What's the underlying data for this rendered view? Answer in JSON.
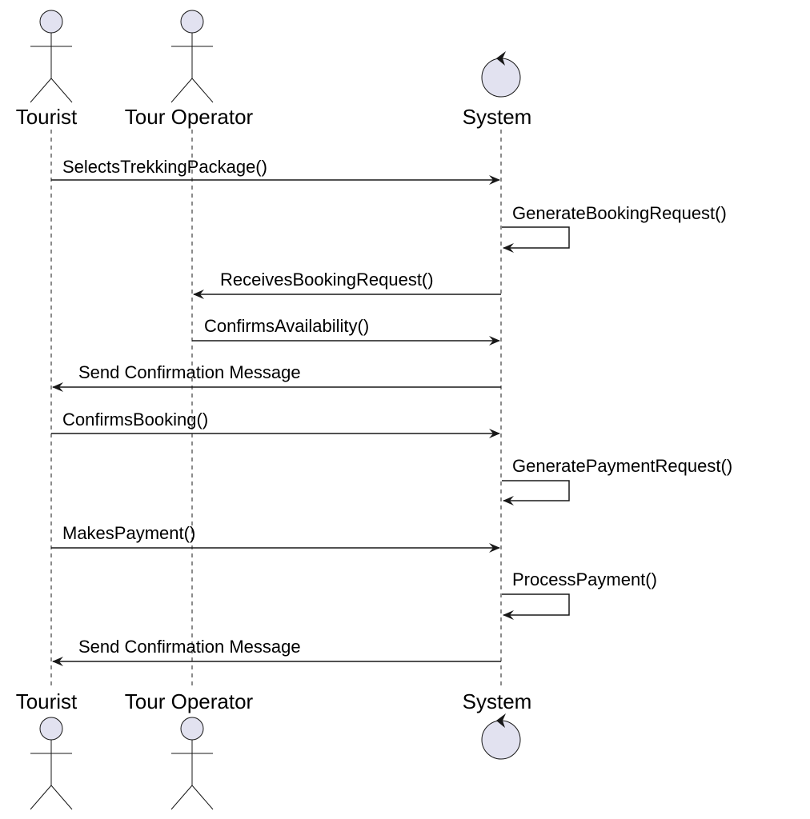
{
  "diagram": {
    "type": "sequence",
    "participants": [
      {
        "id": "tourist",
        "name": "Tourist",
        "kind": "actor"
      },
      {
        "id": "operator",
        "name": "Tour Operator",
        "kind": "actor"
      },
      {
        "id": "system",
        "name": "System",
        "kind": "control"
      }
    ],
    "messages": [
      {
        "from": "tourist",
        "to": "system",
        "label": "SelectsTrekkingPackage()"
      },
      {
        "from": "system",
        "to": "system",
        "label": "GenerateBookingRequest()"
      },
      {
        "from": "system",
        "to": "operator",
        "label": "ReceivesBookingRequest()"
      },
      {
        "from": "operator",
        "to": "system",
        "label": "ConfirmsAvailability()"
      },
      {
        "from": "system",
        "to": "tourist",
        "label": "Send Confirmation Message"
      },
      {
        "from": "tourist",
        "to": "system",
        "label": "ConfirmsBooking()"
      },
      {
        "from": "system",
        "to": "system",
        "label": "GeneratePaymentRequest()"
      },
      {
        "from": "tourist",
        "to": "system",
        "label": "MakesPayment()"
      },
      {
        "from": "system",
        "to": "system",
        "label": "ProcessPayment()"
      },
      {
        "from": "system",
        "to": "tourist",
        "label": "Send Confirmation Message"
      }
    ],
    "colors": {
      "participant_fill": "#e2e2f0",
      "line": "#181818",
      "lifeline": "#181818"
    }
  }
}
